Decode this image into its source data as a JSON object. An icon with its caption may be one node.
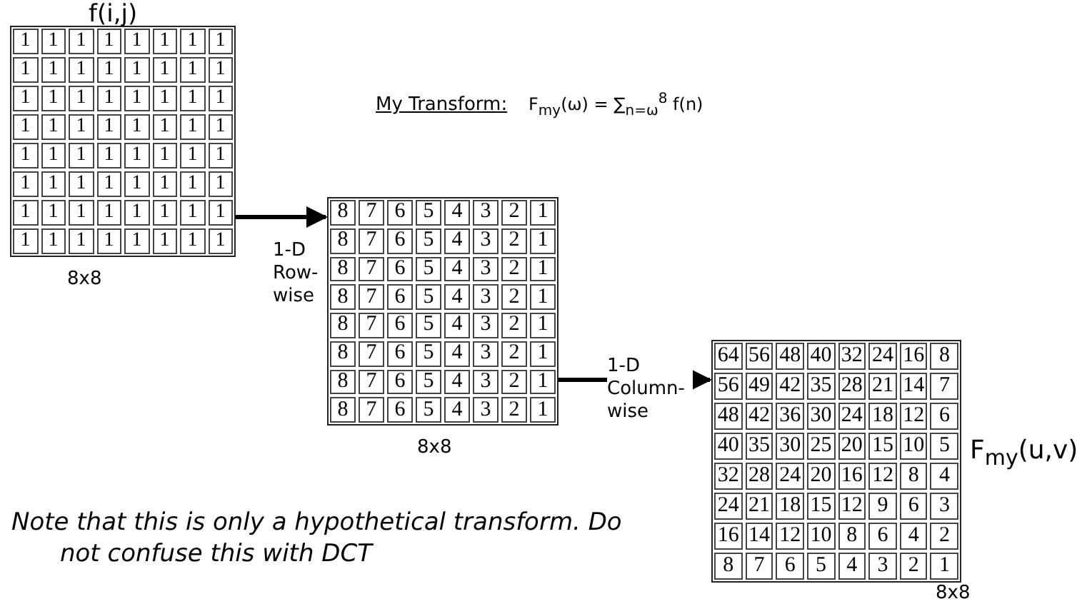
{
  "diagram": {
    "nodes": [
      {
        "text": [
          "1",
          "1",
          "1",
          "1",
          "1",
          "1",
          "1",
          "1",
          "1",
          "1",
          "1",
          "1",
          "1",
          "1",
          "1",
          "1",
          "1",
          "1",
          "1",
          "1",
          "1",
          "1",
          "1",
          "1",
          "1",
          "1",
          "1",
          "1",
          "1",
          "1",
          "1",
          "1",
          "1",
          "1",
          "1",
          "1",
          "1",
          "1",
          "1",
          "1",
          "1",
          "1",
          "1",
          "1",
          "1",
          "1",
          "1",
          "1",
          "1",
          "1",
          "1",
          "1",
          "1",
          "1",
          "1",
          "1",
          "1",
          "1",
          "1",
          "1",
          "1",
          "1",
          "1",
          "1"
        ],
        "beside": [
          "f(i,j)",
          "8x8"
        ]
      },
      {
        "text": [
          "8",
          "7",
          "6",
          "5",
          "4",
          "3",
          "2",
          "1",
          "8",
          "7",
          "6",
          "5",
          "4",
          "3",
          "2",
          "1",
          "8",
          "7",
          "6",
          "5",
          "4",
          "3",
          "2",
          "1",
          "8",
          "7",
          "6",
          "5",
          "4",
          "3",
          "2",
          "1",
          "8",
          "7",
          "6",
          "5",
          "4",
          "3",
          "2",
          "1",
          "8",
          "7",
          "6",
          "5",
          "4",
          "3",
          "2",
          "1",
          "8",
          "7",
          "6",
          "5",
          "4",
          "3",
          "2",
          "1",
          "8",
          "7",
          "6",
          "5",
          "4",
          "3",
          "2",
          "1"
        ],
        "beside": [
          "8x8"
        ]
      },
      {
        "text": [
          "64",
          "56",
          "48",
          "40",
          "32",
          "24",
          "16",
          "8",
          "56",
          "49",
          "42",
          "35",
          "28",
          "21",
          "14",
          "7",
          "48",
          "42",
          "36",
          "30",
          "24",
          "18",
          "12",
          "6",
          "40",
          "35",
          "30",
          "25",
          "20",
          "15",
          "10",
          "5",
          "32",
          "28",
          "24",
          "20",
          "16",
          "12",
          "8",
          "4",
          "24",
          "21",
          "18",
          "15",
          "12",
          "9",
          "6",
          "3",
          "16",
          "14",
          "12",
          "10",
          "8",
          "6",
          "4",
          "2",
          "8",
          "7",
          "6",
          "5",
          "4",
          "3",
          "2",
          "1"
        ],
        "beside": [
          "F$_{my}$(u,v)",
          "8x8"
        ]
      }
    ],
    "edges": [
      {
        "from": 0,
        "to": 1,
        "arrow": "to",
        "label": "1-D Row-wise"
      },
      {
        "from": 1,
        "to": 2,
        "arrow": "to",
        "label": "1-D Column-wise"
      }
    ],
    "labels": [
      "My Transform:",
      "F$_{my}$(ω) = ∑$_{n=ω}$$^{8}$ f(n)",
      "Note that this is only a hypothetical transform. Do not confuse this with DCT"
    ]
  }
}
